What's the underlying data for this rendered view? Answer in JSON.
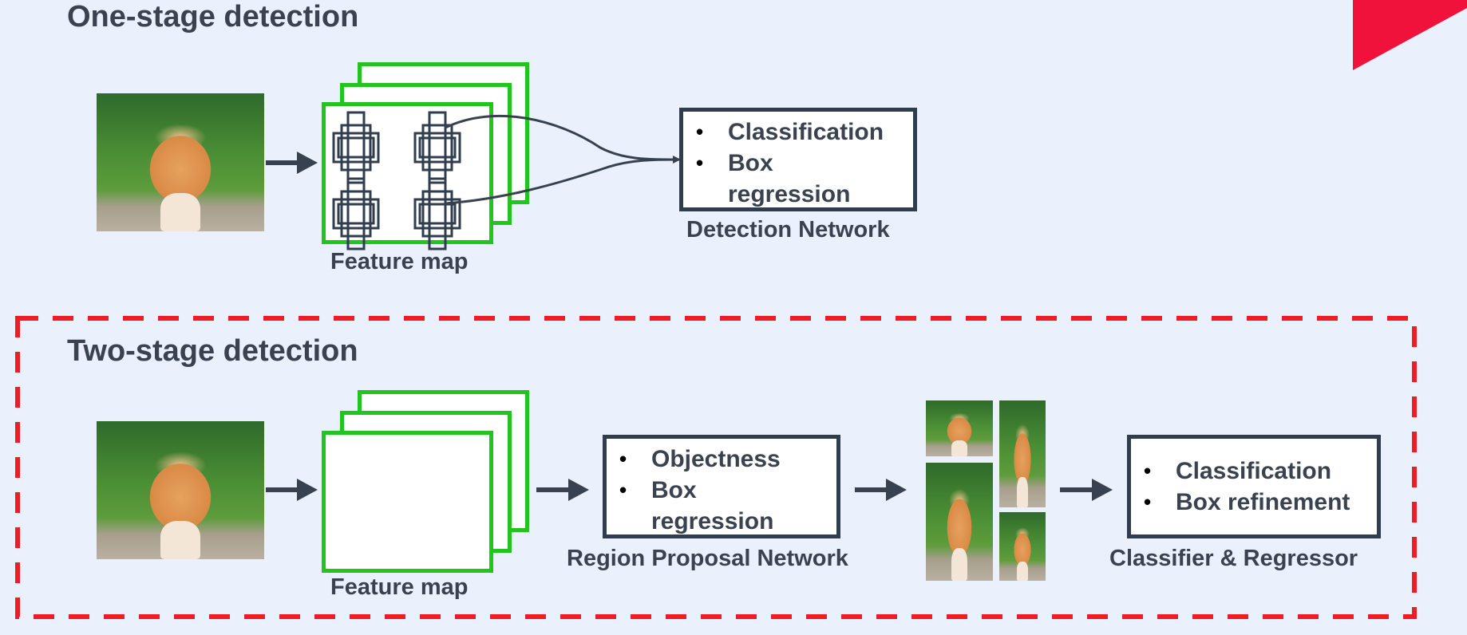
{
  "one_stage": {
    "title": "One-stage detection",
    "feature_map_label": "Feature map",
    "detection_items": [
      "Classification",
      "Box regression"
    ],
    "detection_label": "Detection Network"
  },
  "two_stage": {
    "title": "Two-stage detection",
    "feature_map_label": "Feature map",
    "rpn_items": [
      "Objectness",
      "Box regression"
    ],
    "rpn_label": "Region Proposal Network",
    "classifier_items": [
      "Classification",
      "Box refinement"
    ],
    "classifier_label": "Classifier & Regressor"
  },
  "colors": {
    "background": "#eaf1fd",
    "feature_map_border": "#22c41e",
    "box_border": "#2f3d4f",
    "arrow": "#374150",
    "highlight_dashed": "#ee1c25",
    "corner_accent": "#f0123a"
  },
  "icons": [
    "kitten-image",
    "anchor-box-icon",
    "arrow-icon"
  ]
}
